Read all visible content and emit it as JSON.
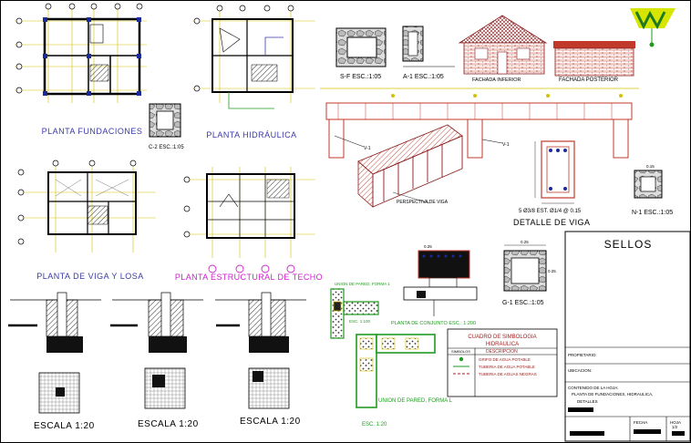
{
  "labels": {
    "planta_fundaciones": "PLANTA FUNDACIONES",
    "planta_hidraulica": "PLANTA HIDRÁULICA",
    "c2_esc": "C-2 ESC.:1:05",
    "planta_viga_losa": "PLANTA DE VIGA Y LOSA",
    "planta_estructural_techo": "PLANTA ESTRUCTURAL DE TECHO",
    "sf_esc": "S-F ESC.:1:05",
    "a1_esc": "A-1 ESC.:1:05",
    "fachada_inferior": "FACHADA INFERIOR",
    "fachada_posterior": "FACHADA POSTERIOR",
    "perspectiva_viga": "PERSPECTIVA DE VIGA",
    "viga_spec": "5 Ø3/8 EST. Ø1/4 @ 0.15",
    "detalle_viga": "DETALLE DE VIGA",
    "n1_esc": "N-1 ESC.:1:05",
    "g1_esc": "G-1 ESC.:1:05",
    "planta_conjunto": "PLANTA DE CONJUNTO ESC.: 1:200",
    "union_pared_1": "UNION DE PARED, FORMA 1",
    "esc_loo": "ESC. 1:100",
    "union_pared_l": "UNION DE PARED, FORMA L",
    "esc_120": "ESC. 1:20",
    "escala_1": "ESCALA 1:20",
    "escala_2": "ESCALA 1:20",
    "escala_3": "ESCALA 1:20",
    "dim_025a": "0.25",
    "dim_025b": "0.25",
    "dim_025c": "0.25",
    "dim_015": "0.15",
    "v1a": "V-1",
    "v1b": "V-1"
  },
  "legend": {
    "title1": "CUADRO DE SIMBOLOGIA",
    "title2": "HIDRAULICA",
    "col_symbol": "SIMBOLOS",
    "col_desc": "DESCRIPCION",
    "rows": [
      "GRIFO DE AGUA POTABLE",
      "TUBERIA DE AGUA POTABLE",
      "TUBERIA DE AGUAS NEGRAS"
    ]
  },
  "title_block": {
    "sellos": "SELLOS",
    "propietario": "PROPIETARIO:",
    "ubicacion": "UBICACION:",
    "contenido": "CONTENIDO DE LA HOJA:",
    "contenido_text": "PLANTA DE FUNDACIONES, HIDRAULICA,",
    "detalles": "DETALLES",
    "fecha": "FECHA",
    "hoja": "HOJA",
    "hoja_num": "1/2"
  },
  "colors": {
    "wall_red": "#c0392b",
    "dim_yellow": "#d4c200",
    "label_magenta": "#cc22cc",
    "label_blue": "#3a3aa8",
    "label_green": "#1f9a1f",
    "legend_red": "#a02020"
  }
}
